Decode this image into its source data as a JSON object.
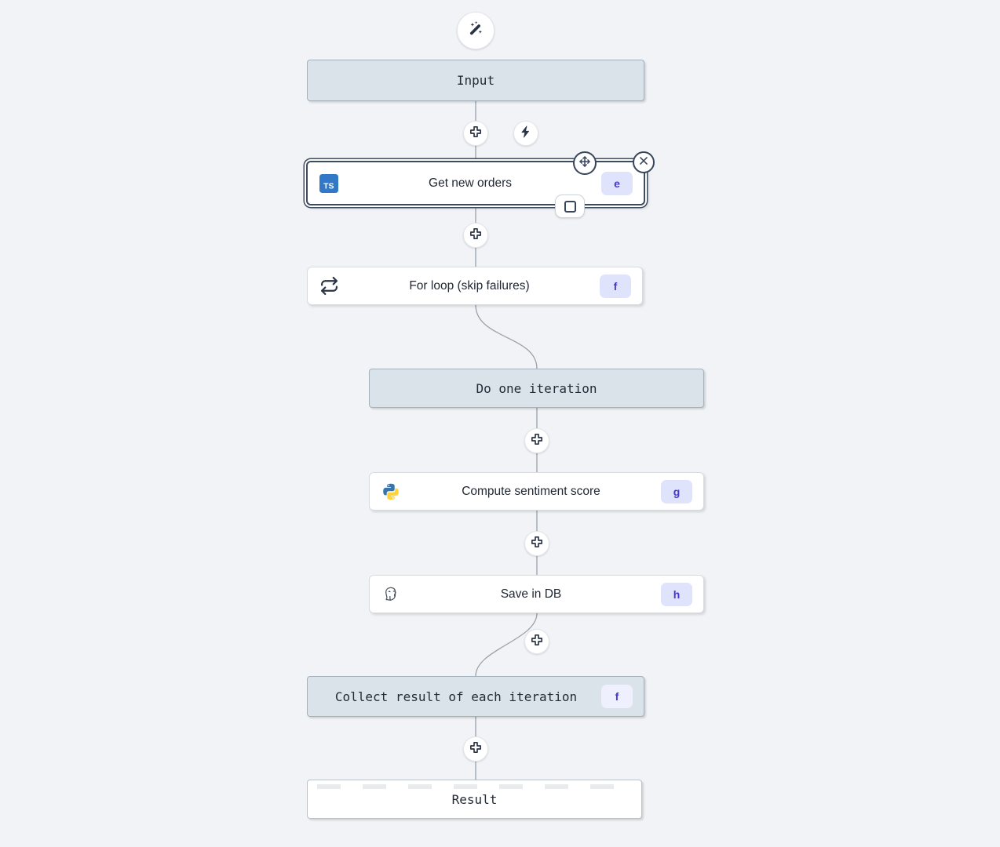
{
  "flow": {
    "nodes": [
      {
        "id": "input",
        "label": "Input",
        "kind": "virtual"
      },
      {
        "id": "get-new-orders",
        "label": "Get new orders",
        "kind": "step",
        "icon": "typescript-icon",
        "badge": "e",
        "selected": true
      },
      {
        "id": "for-loop",
        "label": "For loop (skip failures)",
        "kind": "step",
        "icon": "repeat-icon",
        "badge": "f"
      },
      {
        "id": "do-one-iteration",
        "label": "Do one iteration",
        "kind": "virtual"
      },
      {
        "id": "compute-sentiment-score",
        "label": "Compute sentiment score",
        "kind": "step",
        "icon": "python-icon",
        "badge": "g"
      },
      {
        "id": "save-in-db",
        "label": "Save in DB",
        "kind": "step",
        "icon": "postgresql-icon",
        "badge": "h"
      },
      {
        "id": "collect-result",
        "label": "Collect result of each iteration",
        "kind": "virtual",
        "badge": "f"
      },
      {
        "id": "result",
        "label": "Result",
        "kind": "virtual-white"
      }
    ],
    "floating_controls": [
      "magic-wand-icon",
      "plus-icon",
      "bolt-icon",
      "move-icon",
      "close-icon",
      "stop-square-icon"
    ],
    "colors": {
      "canvas_bg": "#f1f3f6",
      "virtual_node_bg": "#dbe3ea",
      "virtual_node_border": "#a4b0bc",
      "step_node_bg": "#ffffff",
      "step_node_border": "#d8dce1",
      "selected_border": "#3e4a5d",
      "badge_bg": "#dfe3fb",
      "badge_text": "#4338ca",
      "edge_line": "#9aa1ab",
      "icon_dark": "#2b3445",
      "typescript_blue": "#3178c6",
      "python_blue": "#3776ab",
      "python_yellow": "#ffd43b"
    }
  }
}
